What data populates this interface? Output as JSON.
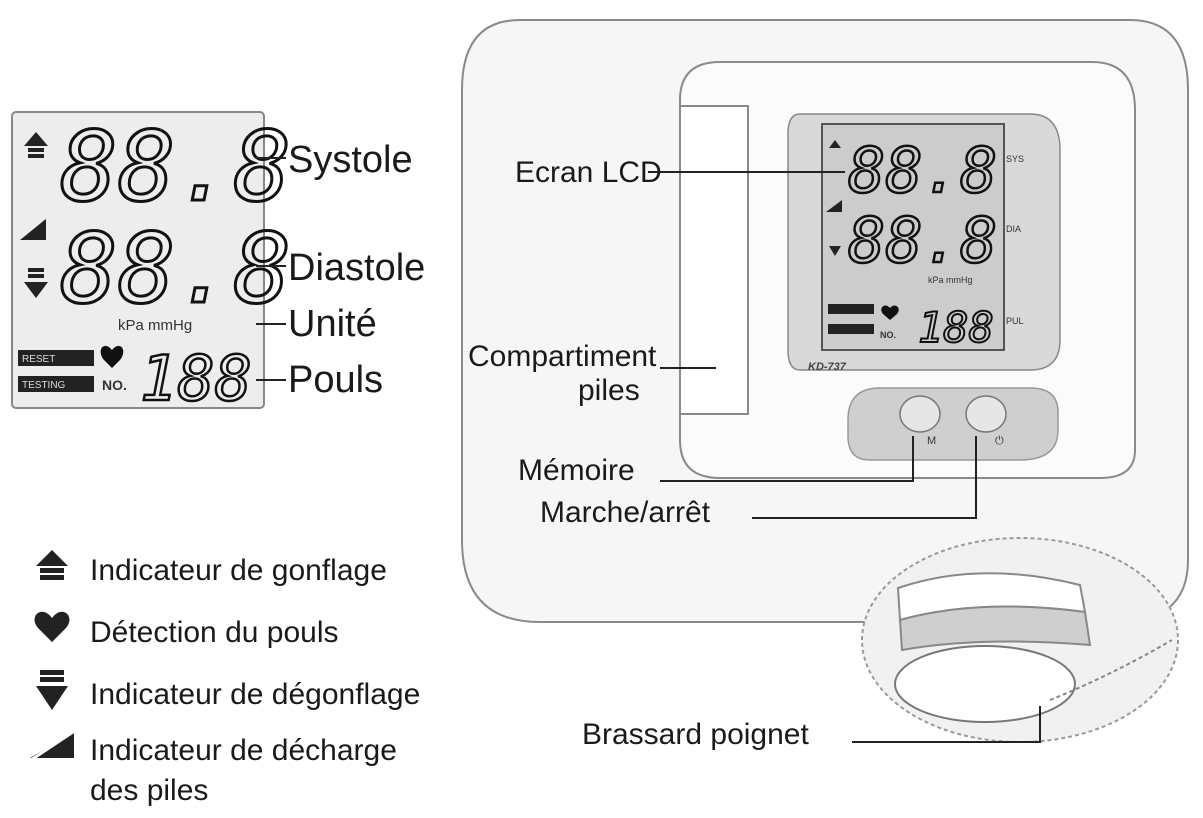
{
  "callouts": {
    "systole": "Systole",
    "diastole": "Diastole",
    "unit": "Unité",
    "pulse": "Pouls",
    "lcd_screen": "Ecran LCD",
    "battery_compartment_line1": "Compartiment",
    "battery_compartment_line2": "piles",
    "memory": "Mémoire",
    "power": "Marche/arrêt",
    "wrist_cuff": "Brassard poignet"
  },
  "legend": [
    {
      "icon": "inflation-indicator-icon",
      "text": "Indicateur de gonflage"
    },
    {
      "icon": "heart-icon",
      "text": "Détection du pouls"
    },
    {
      "icon": "deflation-indicator-icon",
      "text": "Indicateur de dégonflage"
    },
    {
      "icon": "battery-low-icon",
      "text": "Indicateur de décharge",
      "text2": "des piles"
    }
  ],
  "lcd": {
    "systole_digits": "88.8",
    "diastole_digits": "88.8",
    "units": "kPa mmHg",
    "pulse_digits": "188",
    "pulse_no": "NO.",
    "reset_tag": "RESET",
    "testing_tag": "TESTING"
  },
  "device": {
    "model": "KD-737",
    "sys_tag": "SYS",
    "dia_tag": "DIA",
    "pul_tag": "PUL",
    "memory_key": "M",
    "power_key": "⏻"
  },
  "colors": {
    "lcd_fill": "#b8b8b8",
    "lcd_panel": "#d9d9d9",
    "ink": "#111111",
    "outline": "#8a8a8a"
  }
}
